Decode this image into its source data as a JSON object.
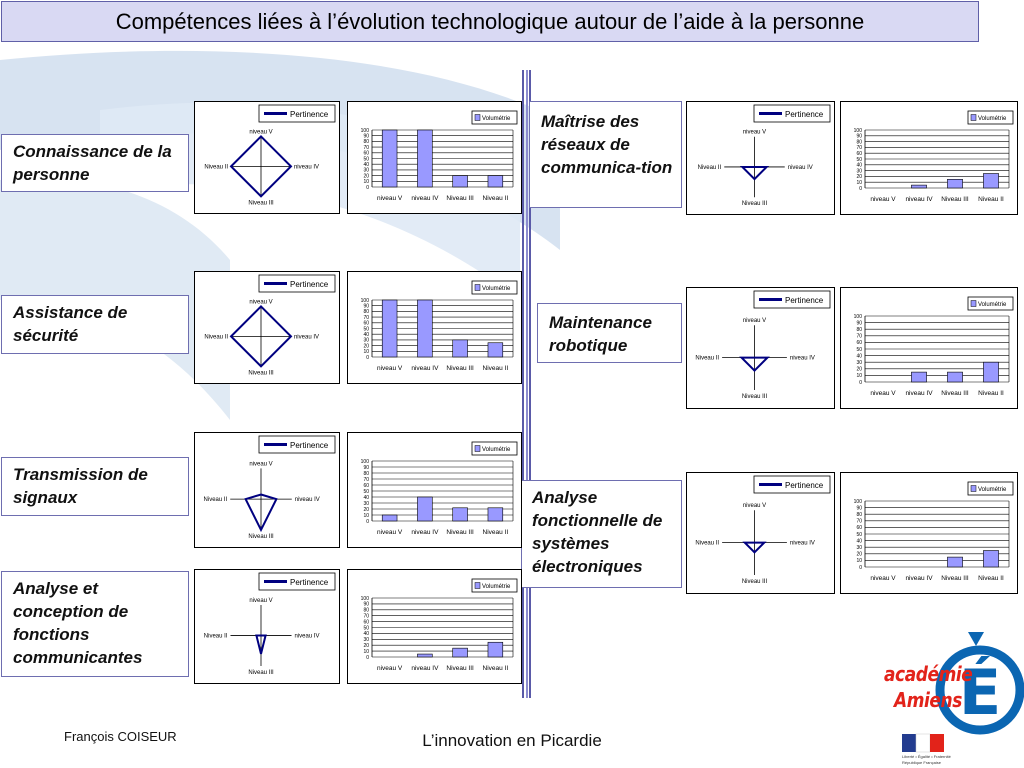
{
  "page": {
    "title": "Compétences liées à l’évolution technologique autour de l’aide à la personne",
    "footer_author": "François COISEUR",
    "footer_center": "L’innovation en Picardie",
    "logo_line1": "académie",
    "logo_line2": "Amiens",
    "logo_letter": "É",
    "logo_caption": "Liberté • Égalité • Fraternité",
    "logo_caption2": "République Française"
  },
  "colors": {
    "title_bg": "#d9d9f3",
    "border_blue": "#6e6eb0",
    "radar_line": "#000080",
    "bar_fill": "#9999ff",
    "logo_red": "#e2231a",
    "logo_blue": "#0b66b2"
  },
  "labels": {
    "competence_1": "Connaissance de la personne",
    "competence_2": "Assistance de sécurité",
    "competence_3": "Transmission de signaux",
    "competence_4": "Analyse et conception de fonctions communicantes",
    "competence_5": "Maîtrise des réseaux de communica-tion",
    "competence_6": "Maintenance robotique",
    "competence_7": "Analyse fonctionnelle de systèmes électroniques"
  },
  "chart_data": [
    {
      "id": "r1",
      "type": "radar",
      "legend": "Pertinence",
      "axes": [
        "niveau V",
        "niveau IV",
        "Niveau III",
        "Niveau II"
      ],
      "values": [
        100,
        100,
        100,
        100
      ],
      "max": 100
    },
    {
      "id": "b1",
      "type": "bar",
      "legend": "Volumétrie",
      "categories": [
        "niveau V",
        "niveau IV",
        "Niveau III",
        "Niveau II"
      ],
      "values": [
        100,
        100,
        20,
        20
      ],
      "ylim": [
        0,
        100
      ],
      "yticks": [
        0,
        10,
        20,
        30,
        40,
        50,
        60,
        70,
        80,
        90,
        100
      ]
    },
    {
      "id": "r2",
      "type": "radar",
      "legend": "Pertinence",
      "axes": [
        "niveau V",
        "niveau IV",
        "Niveau III",
        "Niveau II"
      ],
      "values": [
        100,
        100,
        100,
        100
      ],
      "max": 100
    },
    {
      "id": "b2",
      "type": "bar",
      "legend": "Volumétrie",
      "categories": [
        "niveau V",
        "niveau IV",
        "Niveau III",
        "Niveau II"
      ],
      "values": [
        100,
        100,
        30,
        25
      ],
      "ylim": [
        0,
        100
      ],
      "yticks": [
        0,
        10,
        20,
        30,
        40,
        50,
        60,
        70,
        80,
        90,
        100
      ]
    },
    {
      "id": "r3",
      "type": "radar",
      "legend": "Pertinence",
      "axes": [
        "niveau V",
        "niveau IV",
        "Niveau III",
        "Niveau II"
      ],
      "values": [
        15,
        50,
        100,
        50
      ],
      "max": 100
    },
    {
      "id": "b3",
      "type": "bar",
      "legend": "Volumétrie",
      "categories": [
        "niveau V",
        "niveau IV",
        "Niveau III",
        "Niveau II"
      ],
      "values": [
        10,
        40,
        22,
        22
      ],
      "ylim": [
        0,
        100
      ],
      "yticks": [
        0,
        10,
        20,
        30,
        40,
        50,
        60,
        70,
        80,
        90,
        100
      ]
    },
    {
      "id": "r4",
      "type": "radar",
      "legend": "Pertinence",
      "axes": [
        "niveau V",
        "niveau IV",
        "Niveau III",
        "Niveau II"
      ],
      "values": [
        0,
        15,
        60,
        15
      ],
      "max": 100
    },
    {
      "id": "b4",
      "type": "bar",
      "legend": "Volumétrie",
      "categories": [
        "niveau V",
        "niveau IV",
        "Niveau III",
        "Niveau II"
      ],
      "values": [
        0,
        5,
        15,
        25
      ],
      "ylim": [
        0,
        100
      ],
      "yticks": [
        0,
        10,
        20,
        30,
        40,
        50,
        60,
        70,
        80,
        90,
        100
      ]
    },
    {
      "id": "r5",
      "type": "radar",
      "legend": "Pertinence",
      "axes": [
        "niveau V",
        "niveau IV",
        "Niveau III",
        "Niveau II"
      ],
      "values": [
        0,
        40,
        40,
        40
      ],
      "max": 100
    },
    {
      "id": "b5",
      "type": "bar",
      "legend": "Volumétrie",
      "categories": [
        "niveau V",
        "niveau IV",
        "Niveau III",
        "Niveau II"
      ],
      "values": [
        0,
        5,
        15,
        25
      ],
      "ylim": [
        0,
        100
      ],
      "yticks": [
        0,
        10,
        20,
        30,
        40,
        50,
        60,
        70,
        80,
        90,
        100
      ]
    },
    {
      "id": "r6",
      "type": "radar",
      "legend": "Pertinence",
      "axes": [
        "niveau V",
        "niveau IV",
        "Niveau III",
        "Niveau II"
      ],
      "values": [
        0,
        40,
        40,
        40
      ],
      "max": 100
    },
    {
      "id": "b6",
      "type": "bar",
      "legend": "Volumétrie",
      "categories": [
        "niveau V",
        "niveau IV",
        "Niveau III",
        "Niveau II"
      ],
      "values": [
        0,
        15,
        15,
        30
      ],
      "ylim": [
        0,
        100
      ],
      "yticks": [
        0,
        10,
        20,
        30,
        40,
        50,
        60,
        70,
        80,
        90,
        100
      ]
    },
    {
      "id": "r7",
      "type": "radar",
      "legend": "Pertinence",
      "axes": [
        "niveau V",
        "niveau IV",
        "Niveau III",
        "Niveau II"
      ],
      "values": [
        0,
        30,
        30,
        30
      ],
      "max": 100
    },
    {
      "id": "b7",
      "type": "bar",
      "legend": "Volumétrie",
      "categories": [
        "niveau V",
        "niveau IV",
        "Niveau III",
        "Niveau II"
      ],
      "values": [
        0,
        0,
        15,
        25
      ],
      "ylim": [
        0,
        100
      ],
      "yticks": [
        0,
        10,
        20,
        30,
        40,
        50,
        60,
        70,
        80,
        90,
        100
      ]
    }
  ]
}
